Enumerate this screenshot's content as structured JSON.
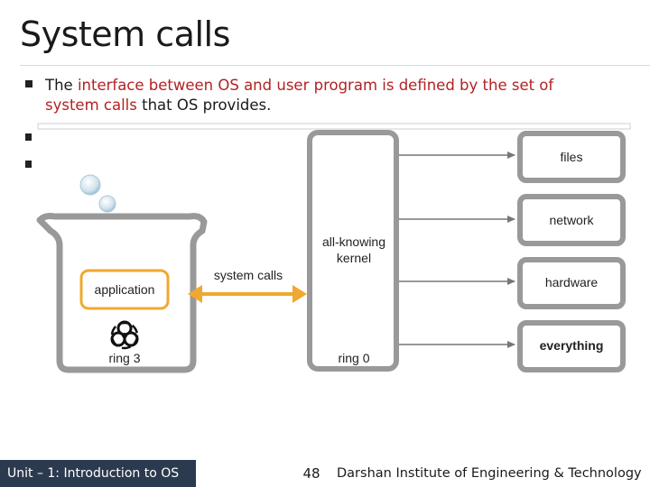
{
  "slide": {
    "title": "System calls",
    "bullet": {
      "part1": "The ",
      "highlight1": "interface between OS and user program is defined by the set of",
      "highlight2": "system calls",
      "part2": " that OS provides."
    }
  },
  "diagram": {
    "application_label": "application",
    "ring3_label": "ring 3",
    "system_calls_label": "system calls",
    "kernel_label_line1": "all-knowing",
    "kernel_label_line2": "kernel",
    "ring0_label": "ring 0",
    "resources": [
      "files",
      "network",
      "hardware",
      "everything"
    ],
    "colors": {
      "application_border": "#f0a830",
      "arrow": "#f0a830",
      "box_border": "#888888"
    }
  },
  "footer": {
    "unit": "Unit – 1: Introduction to OS",
    "page": "48",
    "institute": "Darshan Institute of Engineering & Technology"
  }
}
